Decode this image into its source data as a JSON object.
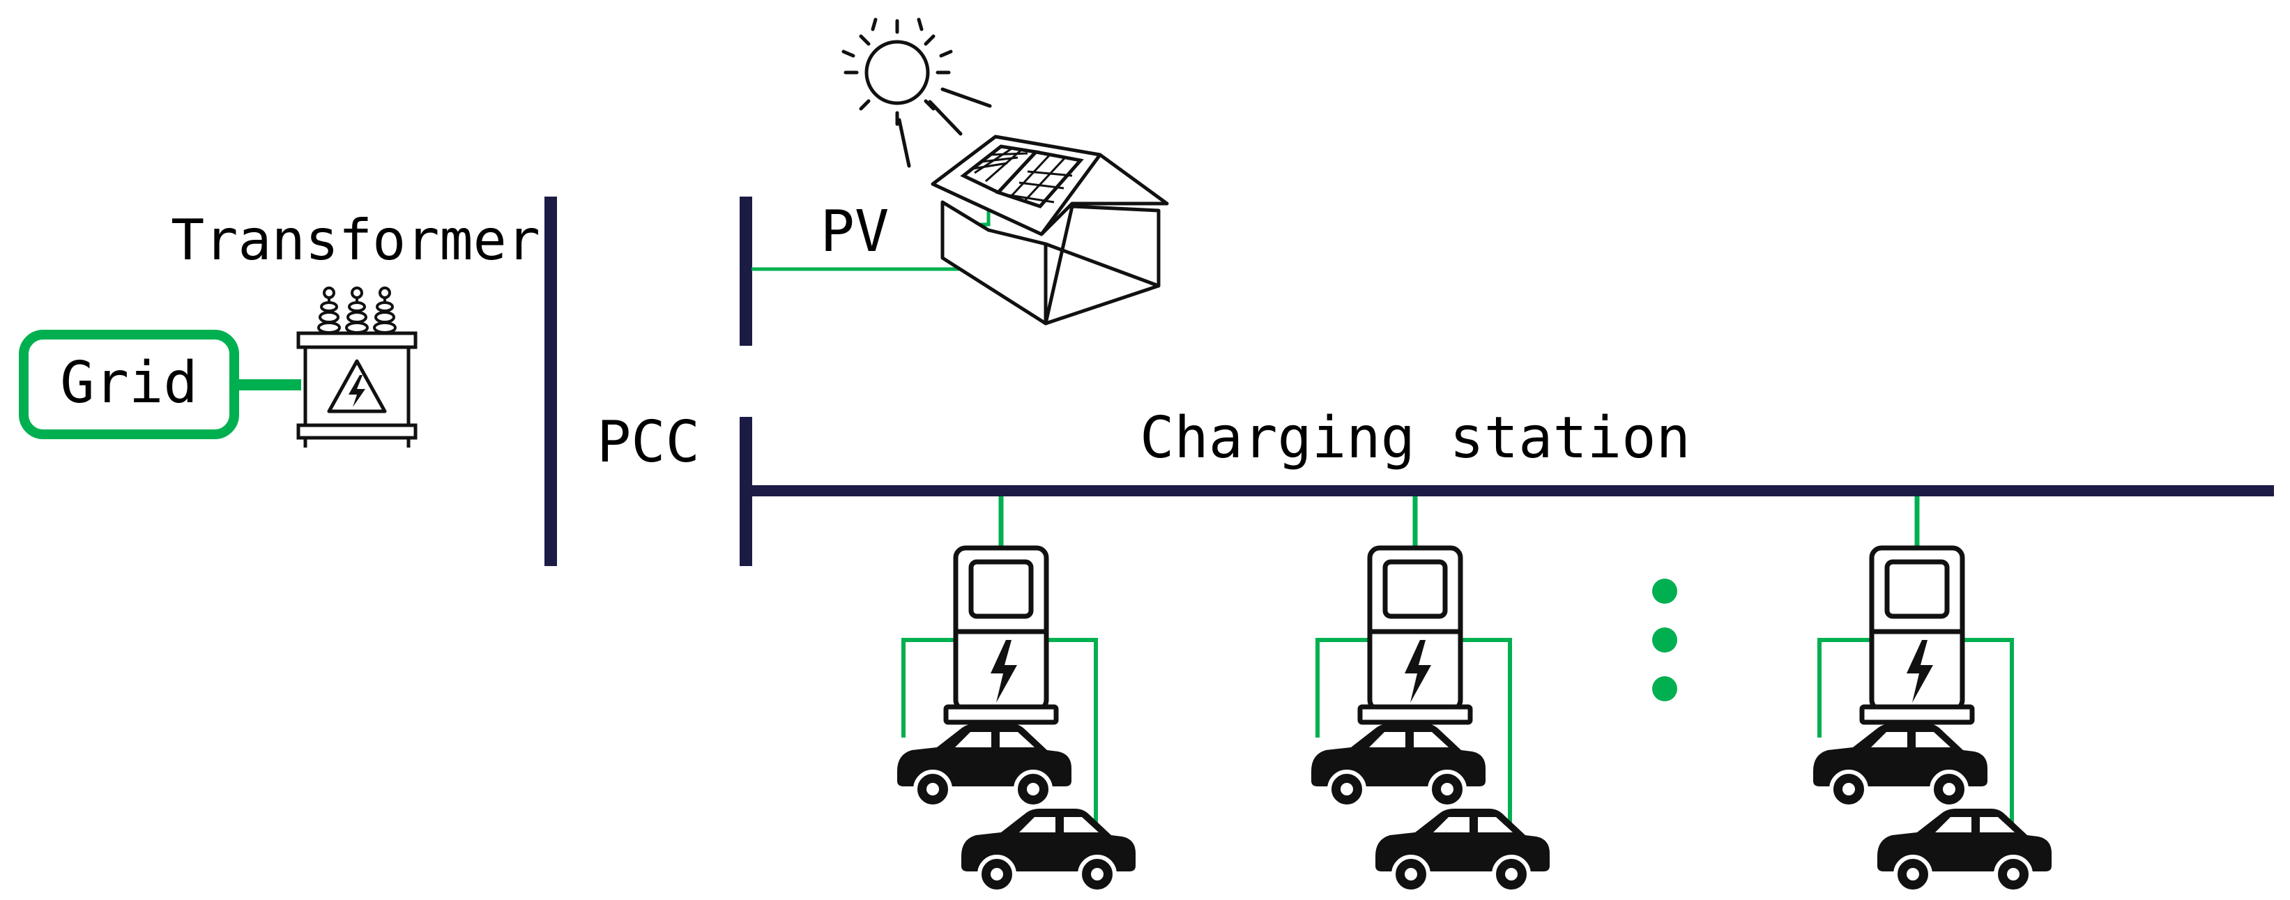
{
  "labels": {
    "grid": "Grid",
    "transformer": "Transformer",
    "pv": "PV",
    "pcc": "PCC",
    "charging_station": "Charging station"
  },
  "icons": {
    "sun": "sun-icon",
    "house": "house-icon",
    "solar_panel": "solar-panel-icon",
    "transformer": "transformer-icon",
    "charger": "ev-charger-icon",
    "car": "car-icon"
  },
  "colors": {
    "line_green": "#00B050",
    "bus_navy": "#1B1B45",
    "icon_black": "#111111"
  },
  "chargers": [
    {
      "id": "charger-1",
      "cars": 2
    },
    {
      "id": "charger-2",
      "cars": 2
    },
    {
      "id": "charger-n",
      "cars": 2
    }
  ],
  "ellipsis_dots": 3
}
